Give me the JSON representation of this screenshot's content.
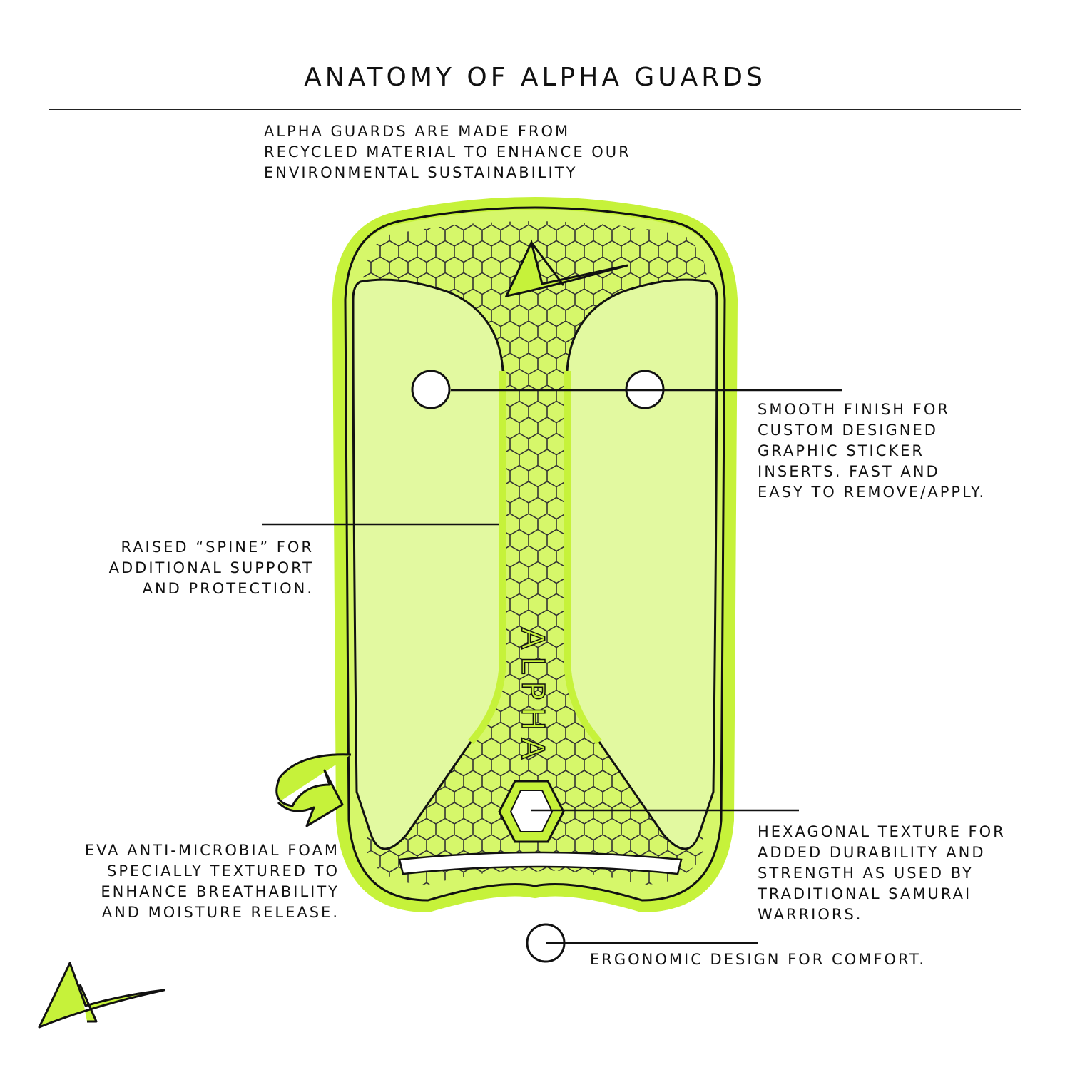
{
  "title": "ANATOMY OF ALPHA GUARDS",
  "intro": "ALPHA GUARDS ARE MADE FROM\nRECYCLED MATERIAL TO ENHANCE OUR\nENVIRONMENTAL SUSTAINABILITY",
  "callouts": {
    "smooth_finish": "SMOOTH FINISH FOR\nCUSTOM DESIGNED\nGRAPHIC STICKER\nINSERTS. FAST AND\nEASY TO REMOVE/APPLY.",
    "spine": "RAISED “SPINE” FOR\nADDITIONAL SUPPORT\nAND PROTECTION.",
    "foam": "EVA ANTI-MICROBIAL FOAM\nSPECIALLY TEXTURED TO\nENHANCE BREATHABILITY\nAND MOISTURE RELEASE.",
    "hexagonal": "HEXAGONAL TEXTURE FOR\nADDED DURABILITY AND\nSTRENGTH AS USED BY\nTRADITIONAL SAMURAI\nWARRIORS.",
    "ergonomic": "ERGONOMIC DESIGN FOR COMFORT."
  },
  "spine_text": "ALPHA",
  "colors": {
    "accent": "#c6f23a",
    "accent_light": "#e4f9a6",
    "ink": "#111111"
  }
}
